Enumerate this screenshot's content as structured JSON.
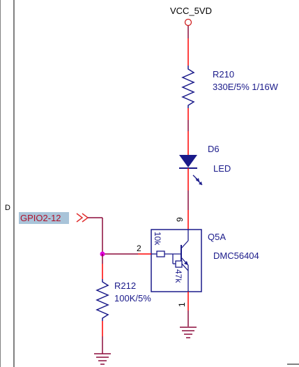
{
  "sheet": {
    "zone_label": "D"
  },
  "power": {
    "label": "VCC_5VD"
  },
  "resistor_r210": {
    "ref": "R210",
    "value": "330E/5% 1/16W"
  },
  "led_d6": {
    "ref": "D6",
    "value": "LED"
  },
  "transistor_q5a": {
    "ref": "Q5A",
    "value": "DMC56404",
    "base_resistor": "10k",
    "bias_resistor": "47k",
    "pin_collector": "9",
    "pin_base": "2",
    "pin_emitter": "1"
  },
  "net_label": {
    "text": "GPIO2-12"
  },
  "resistor_r212": {
    "ref": "R212",
    "value": "100K/5%"
  },
  "colors": {
    "wire": "#8b0a3a",
    "net_stub": "#ff0000",
    "component": "#1a1a8a",
    "junction": "#e000e0",
    "net_label_bg": "#a9c4d9",
    "port_arrow": "#e03030"
  }
}
